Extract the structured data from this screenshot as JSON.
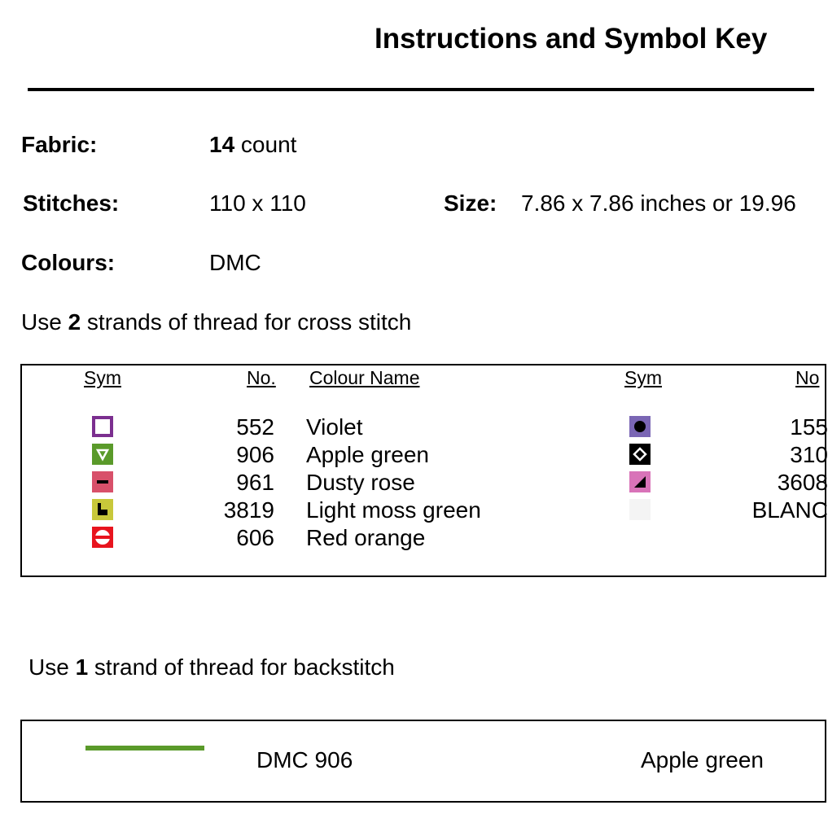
{
  "title": "Instructions and Symbol Key",
  "fabric": {
    "label": "Fabric:",
    "count_bold": "14",
    "count_rest": " count"
  },
  "stitches": {
    "label": "Stitches:",
    "value": "110 x 110"
  },
  "size": {
    "label": "Size:",
    "value": "7.86 x 7.86 inches or 19.96"
  },
  "colours": {
    "label": "Colours:",
    "value": "DMC"
  },
  "cross_note": {
    "pre": "Use ",
    "bold": "2",
    "post": " strands of thread for cross stitch"
  },
  "key": {
    "headers": {
      "sym": "Sym",
      "no": "No.",
      "colour_name": "Colour Name",
      "sym2": "Sym",
      "no2": "No"
    },
    "left_rows": [
      {
        "no": "552",
        "name": "Violet",
        "symbol": "hollow-square-icon",
        "bg": "#ffffff",
        "fg": "#7b2f8f"
      },
      {
        "no": "906",
        "name": "Apple green",
        "symbol": "triangle-down-icon",
        "bg": "#5a9a2a",
        "fg": "#ffffff"
      },
      {
        "no": "961",
        "name": "Dusty rose",
        "symbol": "dash-icon",
        "bg": "#d8506a",
        "fg": "#000000"
      },
      {
        "no": "3819",
        "name": "Light moss green",
        "symbol": "step-icon",
        "bg": "#c8c83a",
        "fg": "#000000"
      },
      {
        "no": "606",
        "name": "Red orange",
        "symbol": "half-circle-icon",
        "bg": "#e8141e",
        "fg": "#ffffff"
      }
    ],
    "right_rows": [
      {
        "no": "155",
        "symbol": "dot-icon",
        "bg": "#7a66b4",
        "fg": "#000000"
      },
      {
        "no": "310",
        "symbol": "diamond-icon",
        "bg": "#000000",
        "fg": "#ffffff"
      },
      {
        "no": "3608",
        "symbol": "corner-triangle-icon",
        "bg": "#d873b8",
        "fg": "#000000"
      },
      {
        "no": "BLANC",
        "symbol": "blank-swatch-icon",
        "bg": "#f4f4f4",
        "fg": "#f4f4f4"
      }
    ]
  },
  "back_note": {
    "pre": "Use ",
    "bold": "1",
    "post": " strand of thread for backstitch"
  },
  "backstitch": {
    "line_color": "#5a9a2a",
    "code": "DMC 906",
    "name": "Apple green"
  }
}
